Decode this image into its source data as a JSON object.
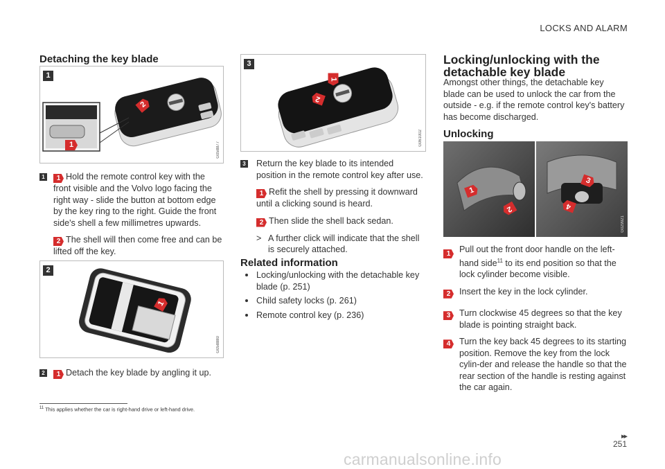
{
  "header": {
    "section_title": "LOCKS AND ALARM"
  },
  "left": {
    "heading": "Detaching the key blade",
    "figures": [
      {
        "number": "1",
        "code": "G058877"
      },
      {
        "number": "2",
        "code": "G058880"
      }
    ],
    "steps": [
      {
        "number": "1",
        "items": [
          {
            "badge": "1",
            "text": "Hold the remote control key with the front visible and the Volvo logo facing the right way - slide the button at bottom edge by the key ring to the right. Guide the front side's shell a few millimetres upwards."
          },
          {
            "badge": "2",
            "text": "The shell will then come free and can be lifted off the key."
          }
        ]
      },
      {
        "number": "2",
        "items": [
          {
            "badge": "1",
            "text": "Detach the key blade by angling it up."
          }
        ]
      }
    ]
  },
  "middle": {
    "figure": {
      "number": "3",
      "code": "G061002"
    },
    "step": {
      "number": "3",
      "intro": "Return the key blade to its intended position in the remote control key after use.",
      "items": [
        {
          "badge": "1",
          "text": "Refit the shell by pressing it downward until a clicking sound is heard."
        },
        {
          "badge": "2",
          "text": "Then slide the shell back sedan."
        }
      ],
      "result_marker": ">",
      "result": "A further click will indicate that the shell is securely attached."
    },
    "related": {
      "heading": "Related information",
      "items": [
        "Locking/unlocking with the detachable key blade (p. 251)",
        "Child safety locks (p. 261)",
        "Remote control key (p. 236)"
      ]
    }
  },
  "right": {
    "heading": "Locking/unlocking with the detachable key blade",
    "intro": "Amongst other things, the detachable key blade can be used to unlock the car from the outside - e.g. if the remote control key's battery has become discharged.",
    "subheading": "Unlocking",
    "figure": {
      "code": "G029921"
    },
    "steps": [
      {
        "badge": "1",
        "text_before": "Pull out the front door handle on the left-hand side",
        "footnote_ref": "11",
        "text_after": " to its end position so that the lock cylinder become visible."
      },
      {
        "badge": "2",
        "text": "Insert the key in the lock cylinder."
      },
      {
        "badge": "3",
        "text": "Turn clockwise 45 degrees so that the key blade is pointing straight back."
      },
      {
        "badge": "4",
        "text": "Turn the key back 45 degrees to its starting position. Remove the key from the lock cylin-der and release the handle so that the rear section of the handle is resting against the car again."
      }
    ]
  },
  "footnote": {
    "number": "11",
    "text": "This applies whether the car is right-hand drive or left-hand drive."
  },
  "footer": {
    "nav_arrows": "▸▸",
    "page_number": "251",
    "watermark": "carmanualsonline.info"
  },
  "colors": {
    "accent_red": "#d52d2d",
    "badge_dark": "#333333"
  }
}
